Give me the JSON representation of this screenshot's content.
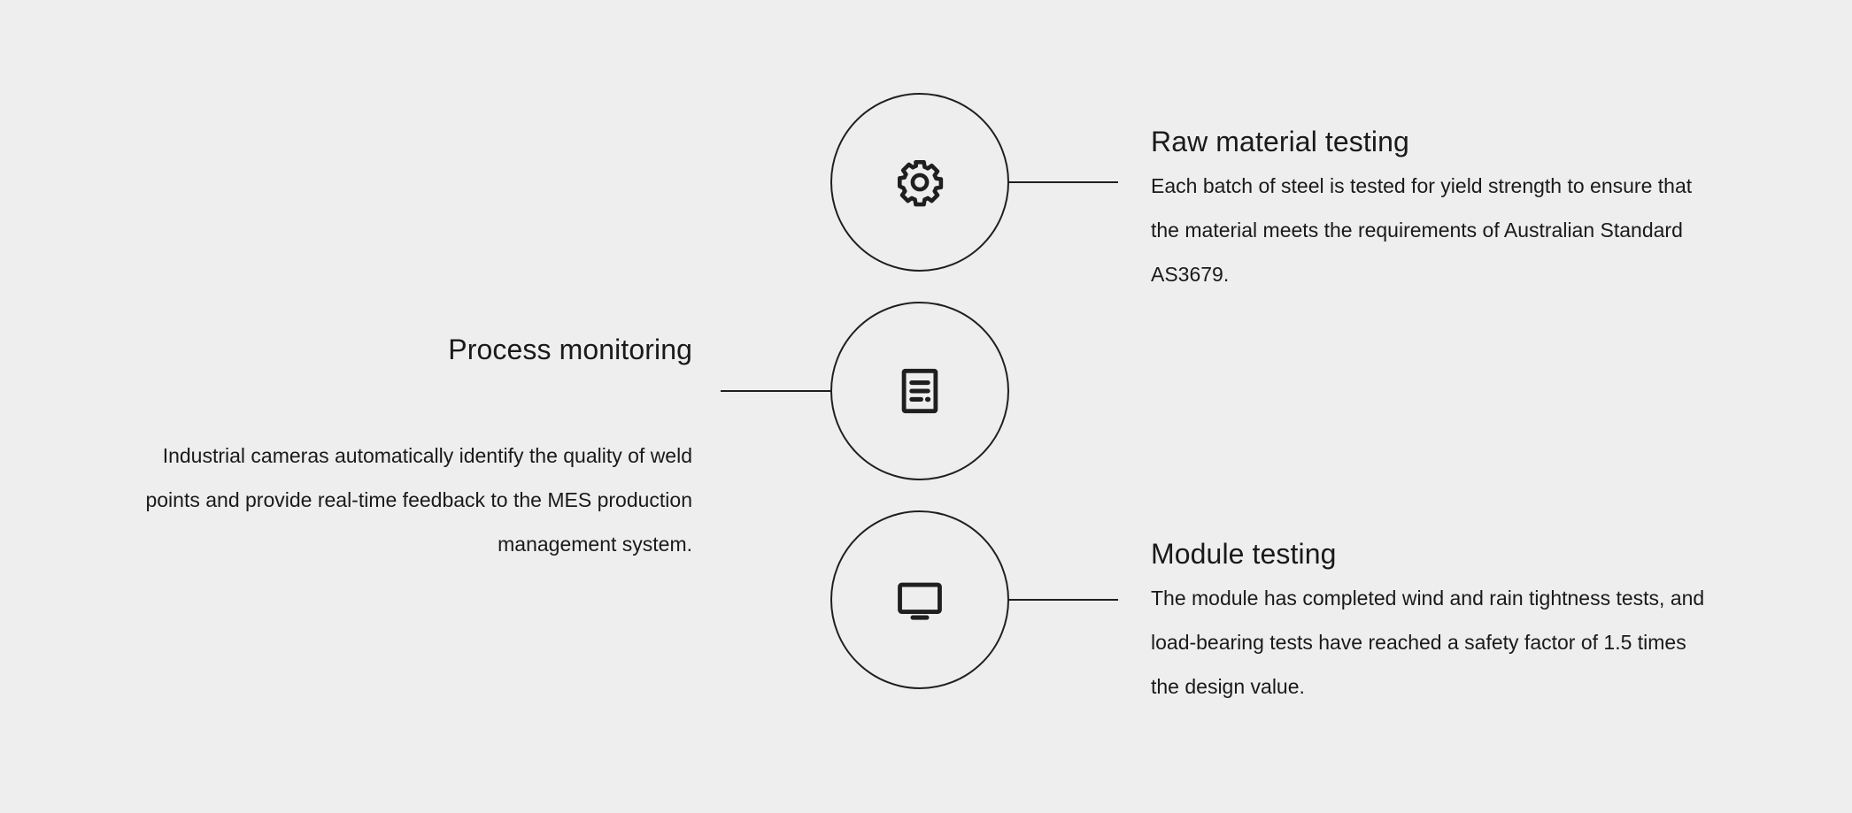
{
  "background_color": "#eeeeee",
  "line_color": "#1f1f1f",
  "text_color": "#1a1a1a",
  "nodes": [
    {
      "icon": "gear-icon",
      "side": "right",
      "heading": "Raw material testing",
      "body": "Each batch of steel is tested for yield strength to ensure that the material meets the requirements of Australian Standard AS3679."
    },
    {
      "icon": "document-icon",
      "side": "left",
      "heading": "Process monitoring",
      "body": "Industrial cameras automatically identify the quality of weld points and provide real-time feedback to the MES production management system."
    },
    {
      "icon": "monitor-icon",
      "side": "right",
      "heading": "Module testing",
      "body": "The module has completed wind and rain tightness tests, and load-bearing tests have reached a safety factor of 1.5 times the design value."
    }
  ]
}
